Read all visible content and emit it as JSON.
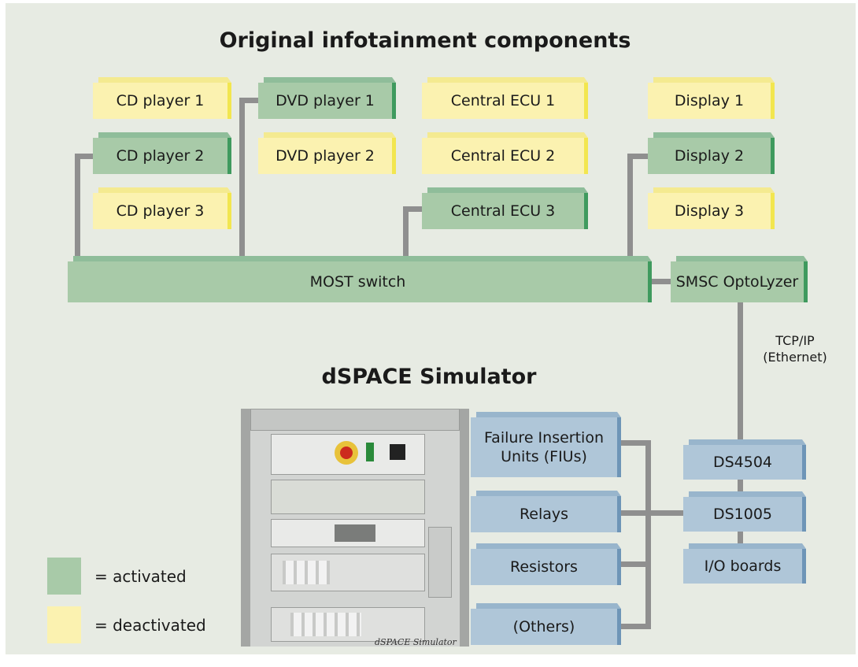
{
  "titles": {
    "top": "Original infotainment components",
    "simulator": "dSPACE Simulator"
  },
  "components": {
    "cd_player_1": "CD player 1",
    "cd_player_2": "CD player 2",
    "cd_player_3": "CD player 3",
    "dvd_player_1": "DVD player 1",
    "dvd_player_2": "DVD player 2",
    "central_ecu_1": "Central ECU 1",
    "central_ecu_2": "Central ECU 2",
    "central_ecu_3": "Central ECU 3",
    "display_1": "Display 1",
    "display_2": "Display 2",
    "display_3": "Display 3",
    "most_switch": "MOST switch",
    "optolyzer": "SMSC OptoLyzer"
  },
  "connection_label": {
    "line1": "TCP/IP",
    "line2": "(Ethernet)"
  },
  "simulator_units": {
    "fiu_line1": "Failure Insertion",
    "fiu_line2": "Units (FIUs)",
    "relays": "Relays",
    "resistors": "Resistors",
    "others": "(Others)",
    "ds4504": "DS4504",
    "ds1005": "DS1005",
    "io_boards": "I/O boards"
  },
  "rack_photo": {
    "brand": "dSPACE Simulator"
  },
  "legend": {
    "activated": "= activated",
    "deactivated": "= deactivated"
  },
  "colors": {
    "activated": "#a8caa8",
    "deactivated": "#fbf2b0",
    "simulator_unit": "#afc6d8",
    "connector": "#8f8f8f",
    "background": "#e7ebe3"
  }
}
